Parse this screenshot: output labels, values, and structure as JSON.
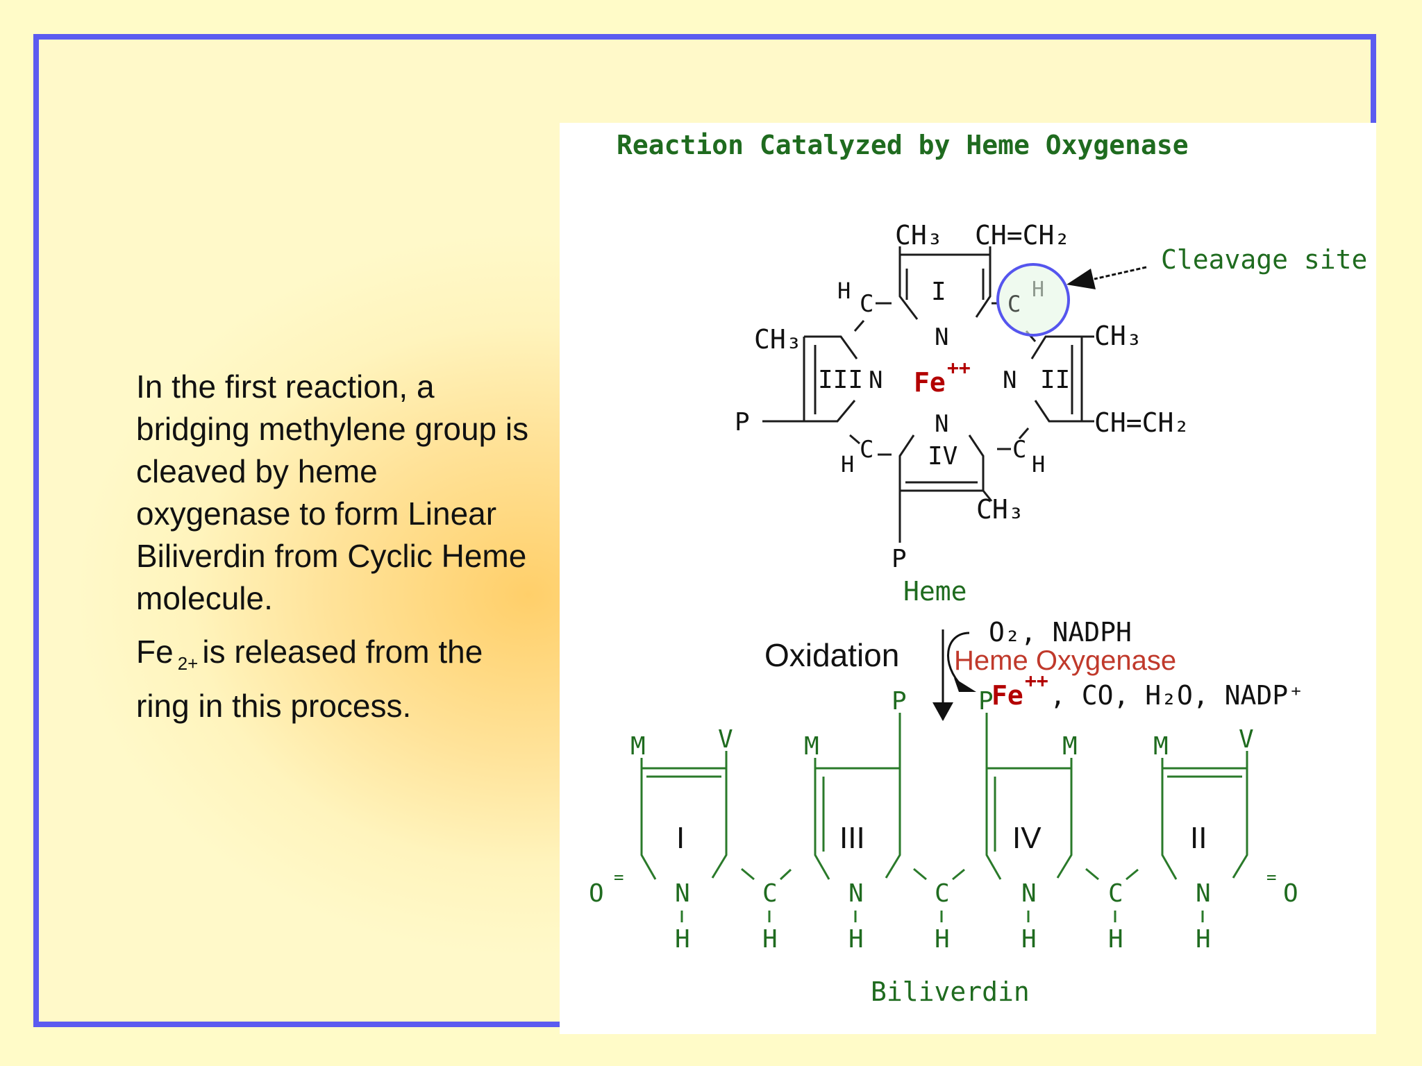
{
  "caption": {
    "paragraph1": "In the first reaction, a bridging methylene group is cleaved by heme oxygenase to form Linear Biliverdin from Cyclic Heme molecule.",
    "paragraph2_pre": "Fe",
    "paragraph2_sub": "2+",
    "paragraph2_post": "is released from the ring in this process."
  },
  "diagram": {
    "title": "Reaction Catalyzed by Heme Oxygenase",
    "cleavage_label": "Cleavage site",
    "heme_label": "Heme",
    "biliverdin_label": "Biliverdin",
    "oxidation_label": "Oxidation",
    "enzyme_label": "Heme Oxygenase",
    "reactants": "O₂, NADPH",
    "iron": "Fe",
    "iron_charge": "++",
    "products": ", CO, H₂O, NADP⁺",
    "heme_groups": {
      "ch3_top": "CH₃",
      "vinyl_top": "CH=CH₂",
      "ch3_left": "CH₃",
      "ch3_right": "CH₃",
      "vinyl_right": "CH=CH₂",
      "ch3_bottom": "CH₃",
      "p_left": "P",
      "p_bottom": "P"
    },
    "heme_rings": [
      "I",
      "II",
      "III",
      "IV"
    ],
    "biliverdin_rings": [
      "I",
      "III",
      "IV",
      "II"
    ],
    "biliverdin_substituents": [
      "M",
      "V",
      "M",
      "P",
      "P",
      "M",
      "M",
      "V"
    ]
  },
  "colors": {
    "frame": "#5b5bf0",
    "background": "#fffbc8",
    "diagram_green": "#1f6b1f",
    "iron_red": "#b30000",
    "enzyme_red": "#c0392b",
    "highlight_blue": "#5555ee"
  }
}
